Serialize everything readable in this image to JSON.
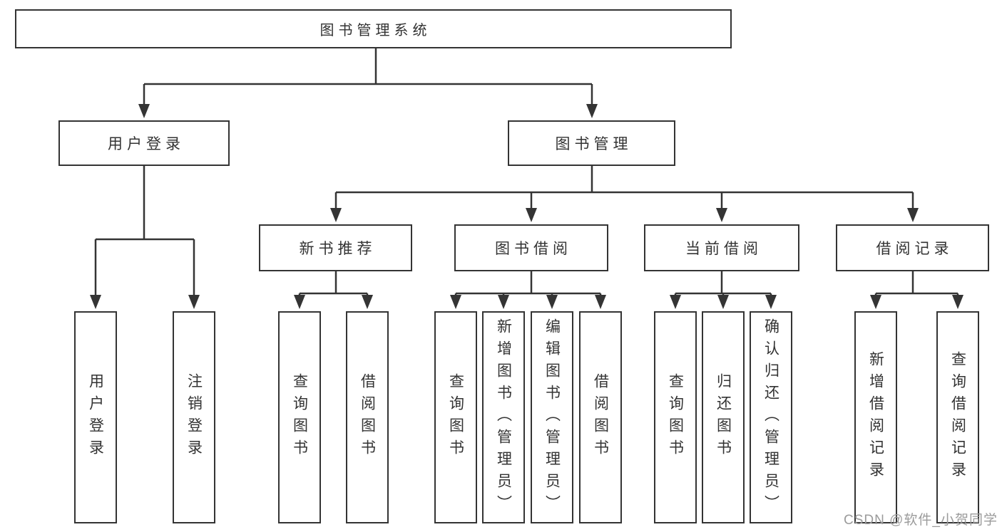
{
  "tree": {
    "root": {
      "label": "图书管理系统"
    },
    "branches": [
      {
        "label": "用户登录",
        "leaves": [
          {
            "label": "用户登录"
          },
          {
            "label": "注销登录"
          }
        ]
      },
      {
        "label": "图书管理",
        "children": [
          {
            "label": "新书推荐",
            "leaves": [
              {
                "label": "查询图书"
              },
              {
                "label": "借阅图书"
              }
            ]
          },
          {
            "label": "图书借阅",
            "leaves": [
              {
                "label": "查询图书"
              },
              {
                "label": "新增图书（管理员）"
              },
              {
                "label": "编辑图书（管理员）"
              },
              {
                "label": "借阅图书"
              }
            ]
          },
          {
            "label": "当前借阅",
            "leaves": [
              {
                "label": "查询图书"
              },
              {
                "label": "归还图书"
              },
              {
                "label": "确认归还（管理员）"
              }
            ]
          },
          {
            "label": "借阅记录",
            "leaves": [
              {
                "label": "新增借阅记录"
              },
              {
                "label": "查询借阅记录"
              }
            ]
          }
        ]
      }
    ]
  },
  "watermark": {
    "text": "CSDN @软件_小贺同学"
  },
  "colors": {
    "line": "#343434",
    "box_border": "#343434",
    "text": "#333333",
    "watermark": "#9b9b9b",
    "background": "#ffffff"
  }
}
